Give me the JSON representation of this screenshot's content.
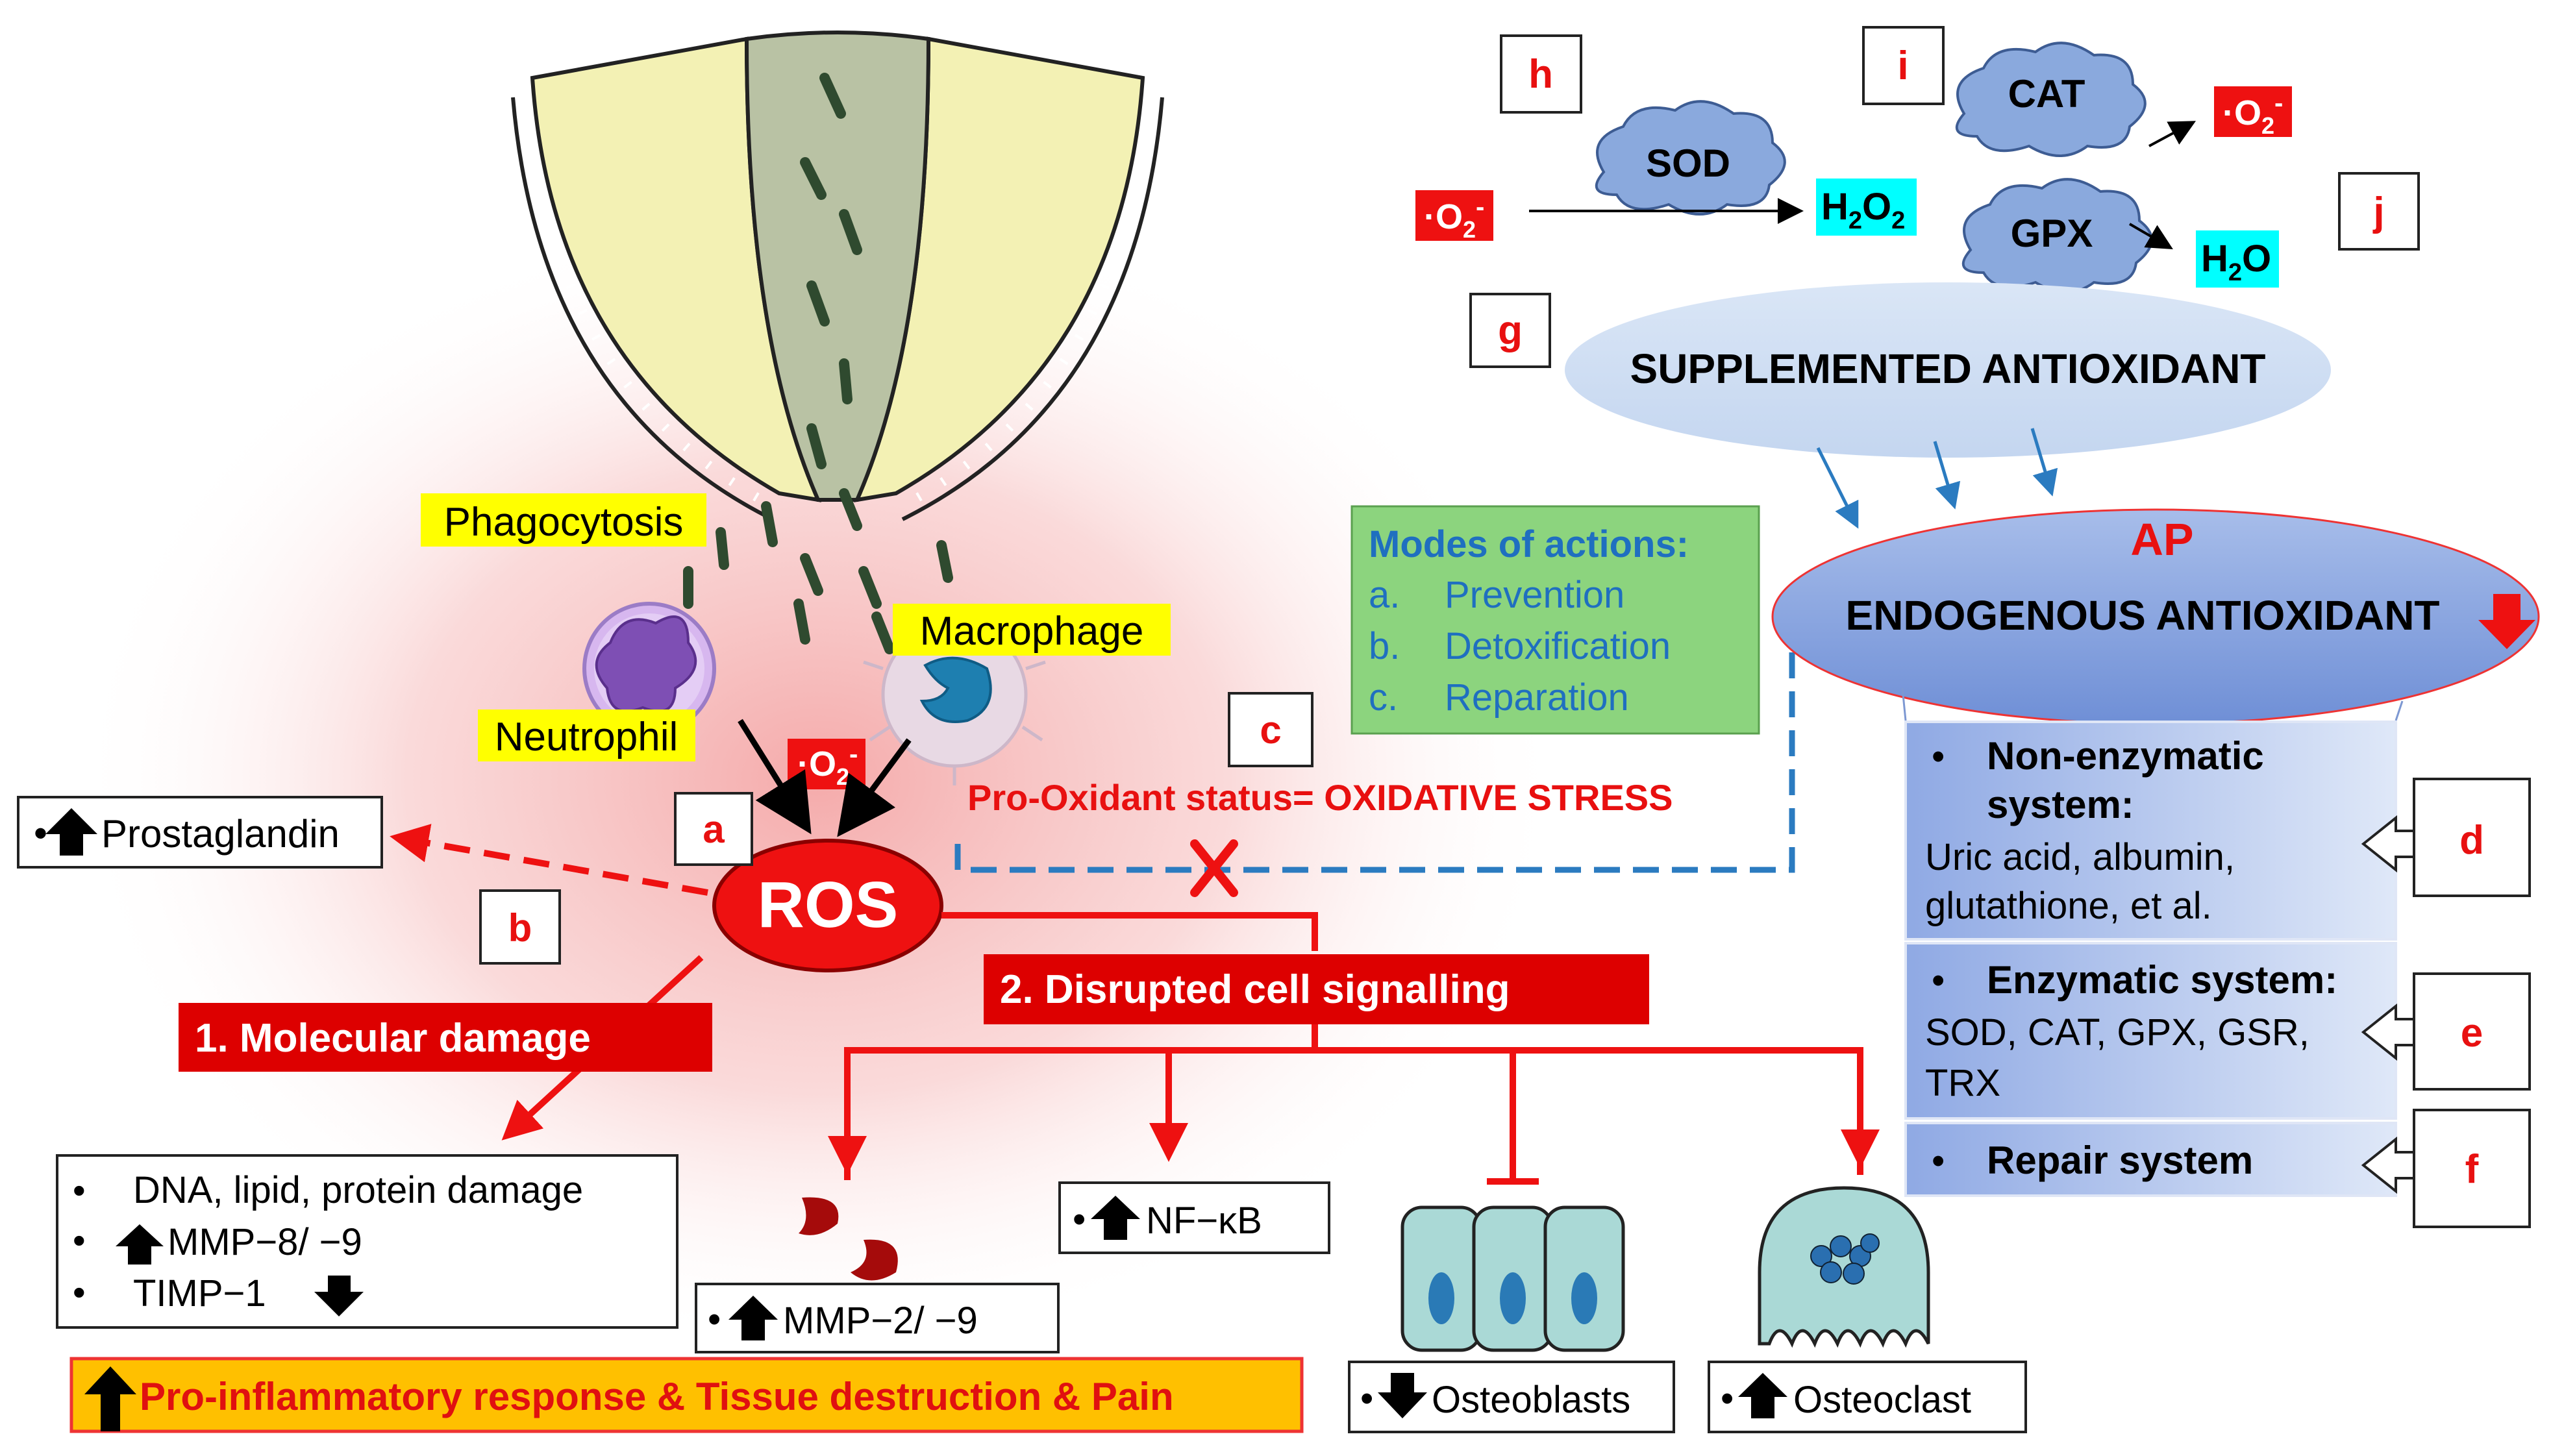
{
  "labels": {
    "phagocytosis": "Phagocytosis",
    "macrophage": "Macrophage",
    "neutrophil": "Neutrophil",
    "ros": "ROS",
    "prostaglandin": "Prostaglandin",
    "molecular_damage": "1.  Molecular damage",
    "disrupted_signalling": "2.  Disrupted cell signalling",
    "pro_oxidant": "Pro-Oxidant status= OXIDATIVE STRESS",
    "supplemented": "SUPPLEMENTED ANTIOXIDANT",
    "ap": "AP",
    "endogenous": "ENDOGENOUS ANTIOXIDANT",
    "sod": "SOD",
    "cat": "CAT",
    "gpx": "GPX",
    "h2o2_h": "H",
    "h2o2_sub": "2",
    "h2o2_o": "O",
    "h2o2_sub2": "2",
    "h2o_h": "H",
    "h2o_sub": "2",
    "h2o_o": "O",
    "superoxide_o": "·O",
    "superoxide_sub": "2",
    "superoxide_sup": "-",
    "nfkb": "NF−κB",
    "mmp29": "MMP−2/ −9",
    "osteoblasts": "Osteoblasts",
    "osteoclast": "Osteoclast",
    "bullet_dot": "•",
    "bottom_banner": "Pro-inflammatory response & Tissue destruction & Pain",
    "damage_items": [
      "DNA, lipid, protein damage",
      "MMP−8/ −9",
      "TIMP−1"
    ],
    "modes_title": "Modes of actions:",
    "modes_items": [
      {
        "letter": "a.",
        "text": "Prevention"
      },
      {
        "letter": "b.",
        "text": "Detoxification"
      },
      {
        "letter": "c.",
        "text": "Reparation"
      }
    ],
    "nonenz_title_1": "Non-enzymatic",
    "nonenz_title_2": "system:",
    "nonenz_body_1": "Uric acid, albumin,",
    "nonenz_body_2": "glutathione, et al.",
    "enz_title": "Enzymatic system:",
    "enz_body_1": "SOD, CAT, GPX, GSR,",
    "enz_body_2": "TRX",
    "repair_title": "Repair system",
    "bullet": "•",
    "letters": [
      "a",
      "b",
      "c",
      "d",
      "e",
      "f",
      "g",
      "h",
      "i",
      "j"
    ]
  },
  "colors": {
    "red": "#ee1111",
    "dark_red": "#cc0000",
    "blue_dash": "#2b7bc0",
    "yellow_hi": "#ffff00",
    "cyan_hi": "#00ffff",
    "green_box": "#8cd47e",
    "green_text": "#1f6fc0",
    "banner_orange": "#ffc000",
    "panel_blue": "#a8c0ea"
  },
  "icons": [
    "up-arrow-icon",
    "down-arrow-icon",
    "cross-icon",
    "cloud-icon",
    "neutrophil-icon",
    "macrophage-icon",
    "osteoblast-icon",
    "osteoclast-icon",
    "mmp-icon",
    "tooth-icon"
  ]
}
